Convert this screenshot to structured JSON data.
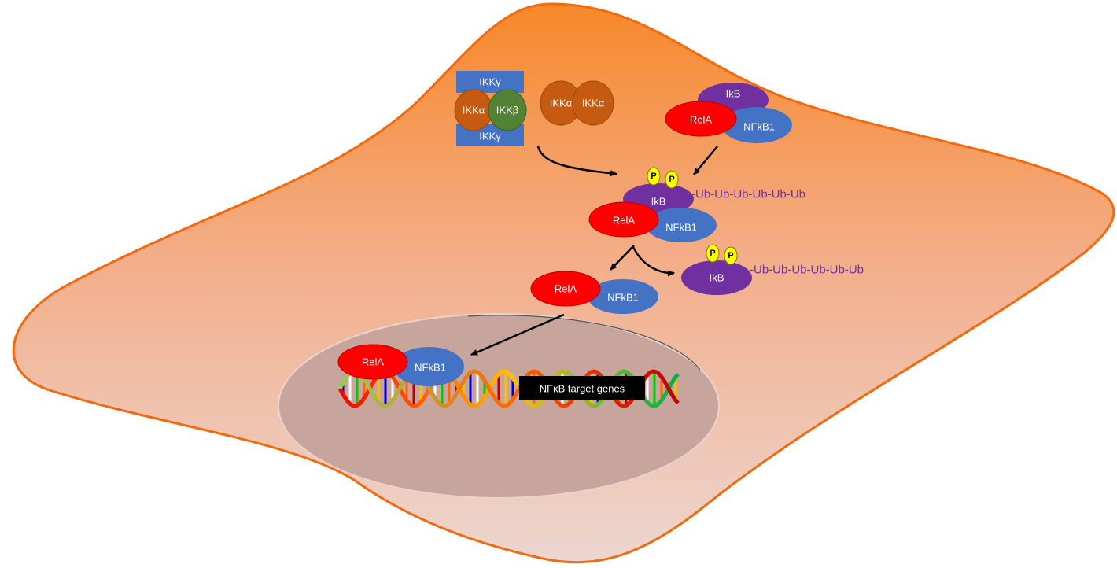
{
  "title": "NF-kB signaling pathway",
  "colors": {
    "cell_outline": "#f26a10",
    "cell_fill_top": "#f68d3a",
    "cell_fill_bottom": "#ecd4cc",
    "nucleus_fill": "#c8a59c",
    "ikk_gamma": "#4472c4",
    "ikk_alpha": "#c55a11",
    "ikk_beta": "#548235",
    "ikb": "#7030a0",
    "rela": "#ff0000",
    "nfkb1": "#4472c4",
    "phosphate": "#ffff00",
    "ubiquitin_text": "#7030a0",
    "gene_box": "#000000",
    "arrow": "#000000"
  },
  "ikk_complex": {
    "gamma_top": "IKKγ",
    "alpha": "IKKα",
    "beta": "IKKβ",
    "gamma_bottom": "IKKγ"
  },
  "ikk_alpha_dimer": [
    "IKKα",
    "IKKα"
  ],
  "inactive_complex": {
    "ikb": "IkB",
    "rela": "RelA",
    "nfkb1": "NFkB1"
  },
  "phosphorylated_complex": {
    "ikb": "IkB",
    "rela": "RelA",
    "nfkb1": "NFkB1",
    "phosphates": [
      "P",
      "P"
    ],
    "ubiquitin_chain": "-Ub-Ub-Ub-Ub-Ub-Ub"
  },
  "released_ikb": {
    "ikb": "IkB",
    "phosphates": [
      "P",
      "P"
    ],
    "ubiquitin_chain": "-Ub-Ub-Ub-Ub-Ub-Ub"
  },
  "free_dimer": {
    "rela": "RelA",
    "nfkb1": "NFkB1"
  },
  "nuclear_dimer": {
    "rela": "RelA",
    "nfkb1": "NFkB1"
  },
  "target_genes_label": "NFκB target genes"
}
